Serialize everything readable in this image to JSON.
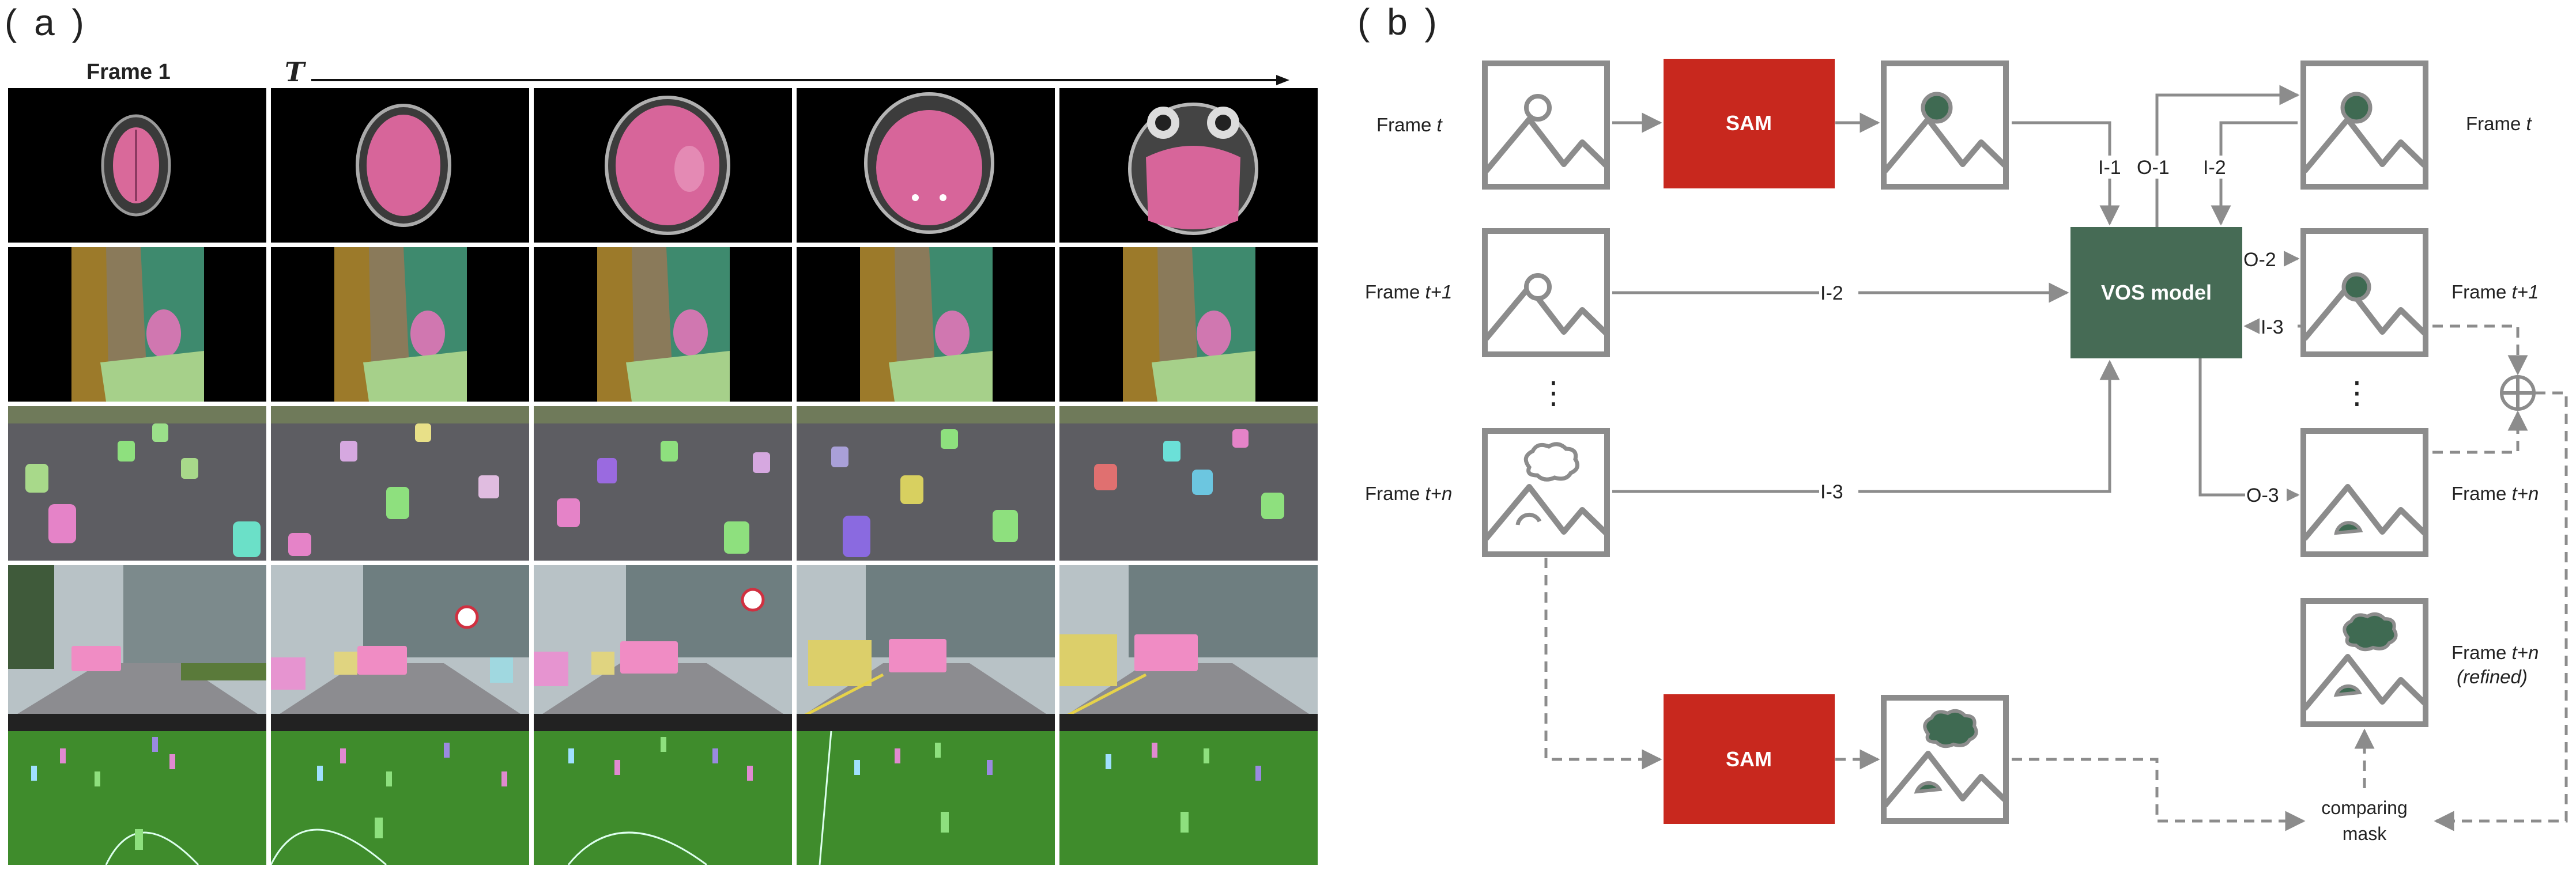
{
  "panel_a": {
    "label": "( a )",
    "frame1_label": "Frame 1",
    "time_label": "T"
  },
  "panel_b": {
    "label": "( b )",
    "sam_top": "SAM",
    "sam_bottom": "SAM",
    "vos_model": "VOS model",
    "left_labels": {
      "t": {
        "prefix": "Frame ",
        "var": "t"
      },
      "t1": {
        "prefix": "Frame ",
        "var": "t+1"
      },
      "tn": {
        "prefix": "Frame ",
        "var": "t+n"
      }
    },
    "right_labels": {
      "t": {
        "prefix": "Frame ",
        "var": "t"
      },
      "t1": {
        "prefix": "Frame ",
        "var": "t+1"
      },
      "tn": {
        "prefix": "Frame ",
        "var": "t+n"
      },
      "refined_line1": {
        "prefix": "Frame ",
        "var": "t+n"
      },
      "refined_line2": "(refined)"
    },
    "edges": {
      "i1": "I-1",
      "o1": "O-1",
      "i2_top": "I-2",
      "i2_mid": "I-2",
      "o2": "O-2",
      "i3_right": "I-3",
      "i3_bottom": "I-3",
      "o3": "O-3"
    },
    "ellipsis_left": "⋮",
    "ellipsis_right": "⋮",
    "comparing_mask_line1": "comparing",
    "comparing_mask_line2": "mask",
    "colors": {
      "sam_red": "#c8281e",
      "vos_green": "#466b55",
      "mask_green": "#3f6a52",
      "gray": "#8c8c8c"
    }
  }
}
